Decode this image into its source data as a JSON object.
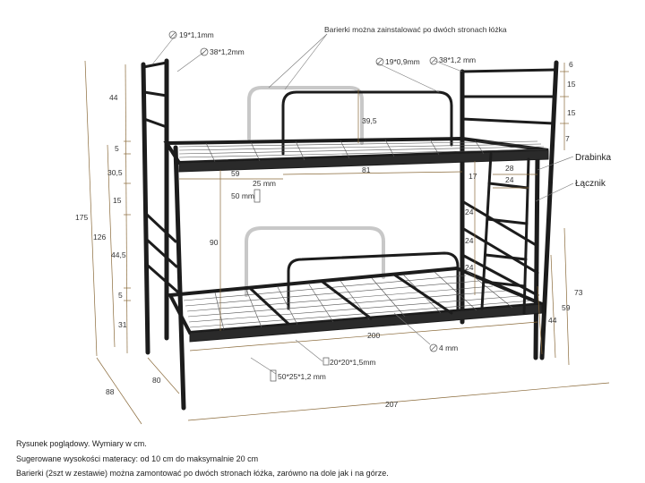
{
  "labels": {
    "tube_top": "19*1,1mm",
    "post_top": "38*1,2mm",
    "barrier_note": "Barierki można zainstalować po dwóch stronach łóżka",
    "barrier_tube": "19*0,9mm",
    "post_right": "38*1,2 mm",
    "d6": "6",
    "d15a": "15",
    "d15b": "15",
    "d7": "7",
    "drabinka": "Drabinka",
    "lacznik": "Łącznik",
    "d39_5": "39,5",
    "d44_top": "44",
    "d5a": "5",
    "d30_5": "30,5",
    "d15_left": "15",
    "d44_5": "44,5",
    "d5b": "5",
    "d31": "31",
    "d126": "126",
    "d175": "175",
    "d59_top": "59",
    "d81": "81",
    "d25mm": "25 mm",
    "d50mm": "50 mm",
    "d28": "28",
    "d24_top": "24",
    "d17": "17",
    "d24a": "24",
    "d24b": "24",
    "d24c": "24",
    "d90": "90",
    "d73": "73",
    "d59_right": "59",
    "d44_right": "44",
    "d200": "200",
    "d4mm": "4 mm",
    "d20x20": "20*20*1,5mm",
    "d50x25": "50*25*1,2 mm",
    "d80": "80",
    "d88": "88",
    "d207": "207"
  },
  "caption": {
    "line1": "Rysunek poglądowy. Wymiary w cm.",
    "line2": "Sugerowane wysokości materacy: od 10 cm do maksymalnie 20 cm",
    "line3": "Barierki (2szt w zestawie) można zamontować po dwóch stronach łóżka, zarówno na dole jak i na górze."
  }
}
